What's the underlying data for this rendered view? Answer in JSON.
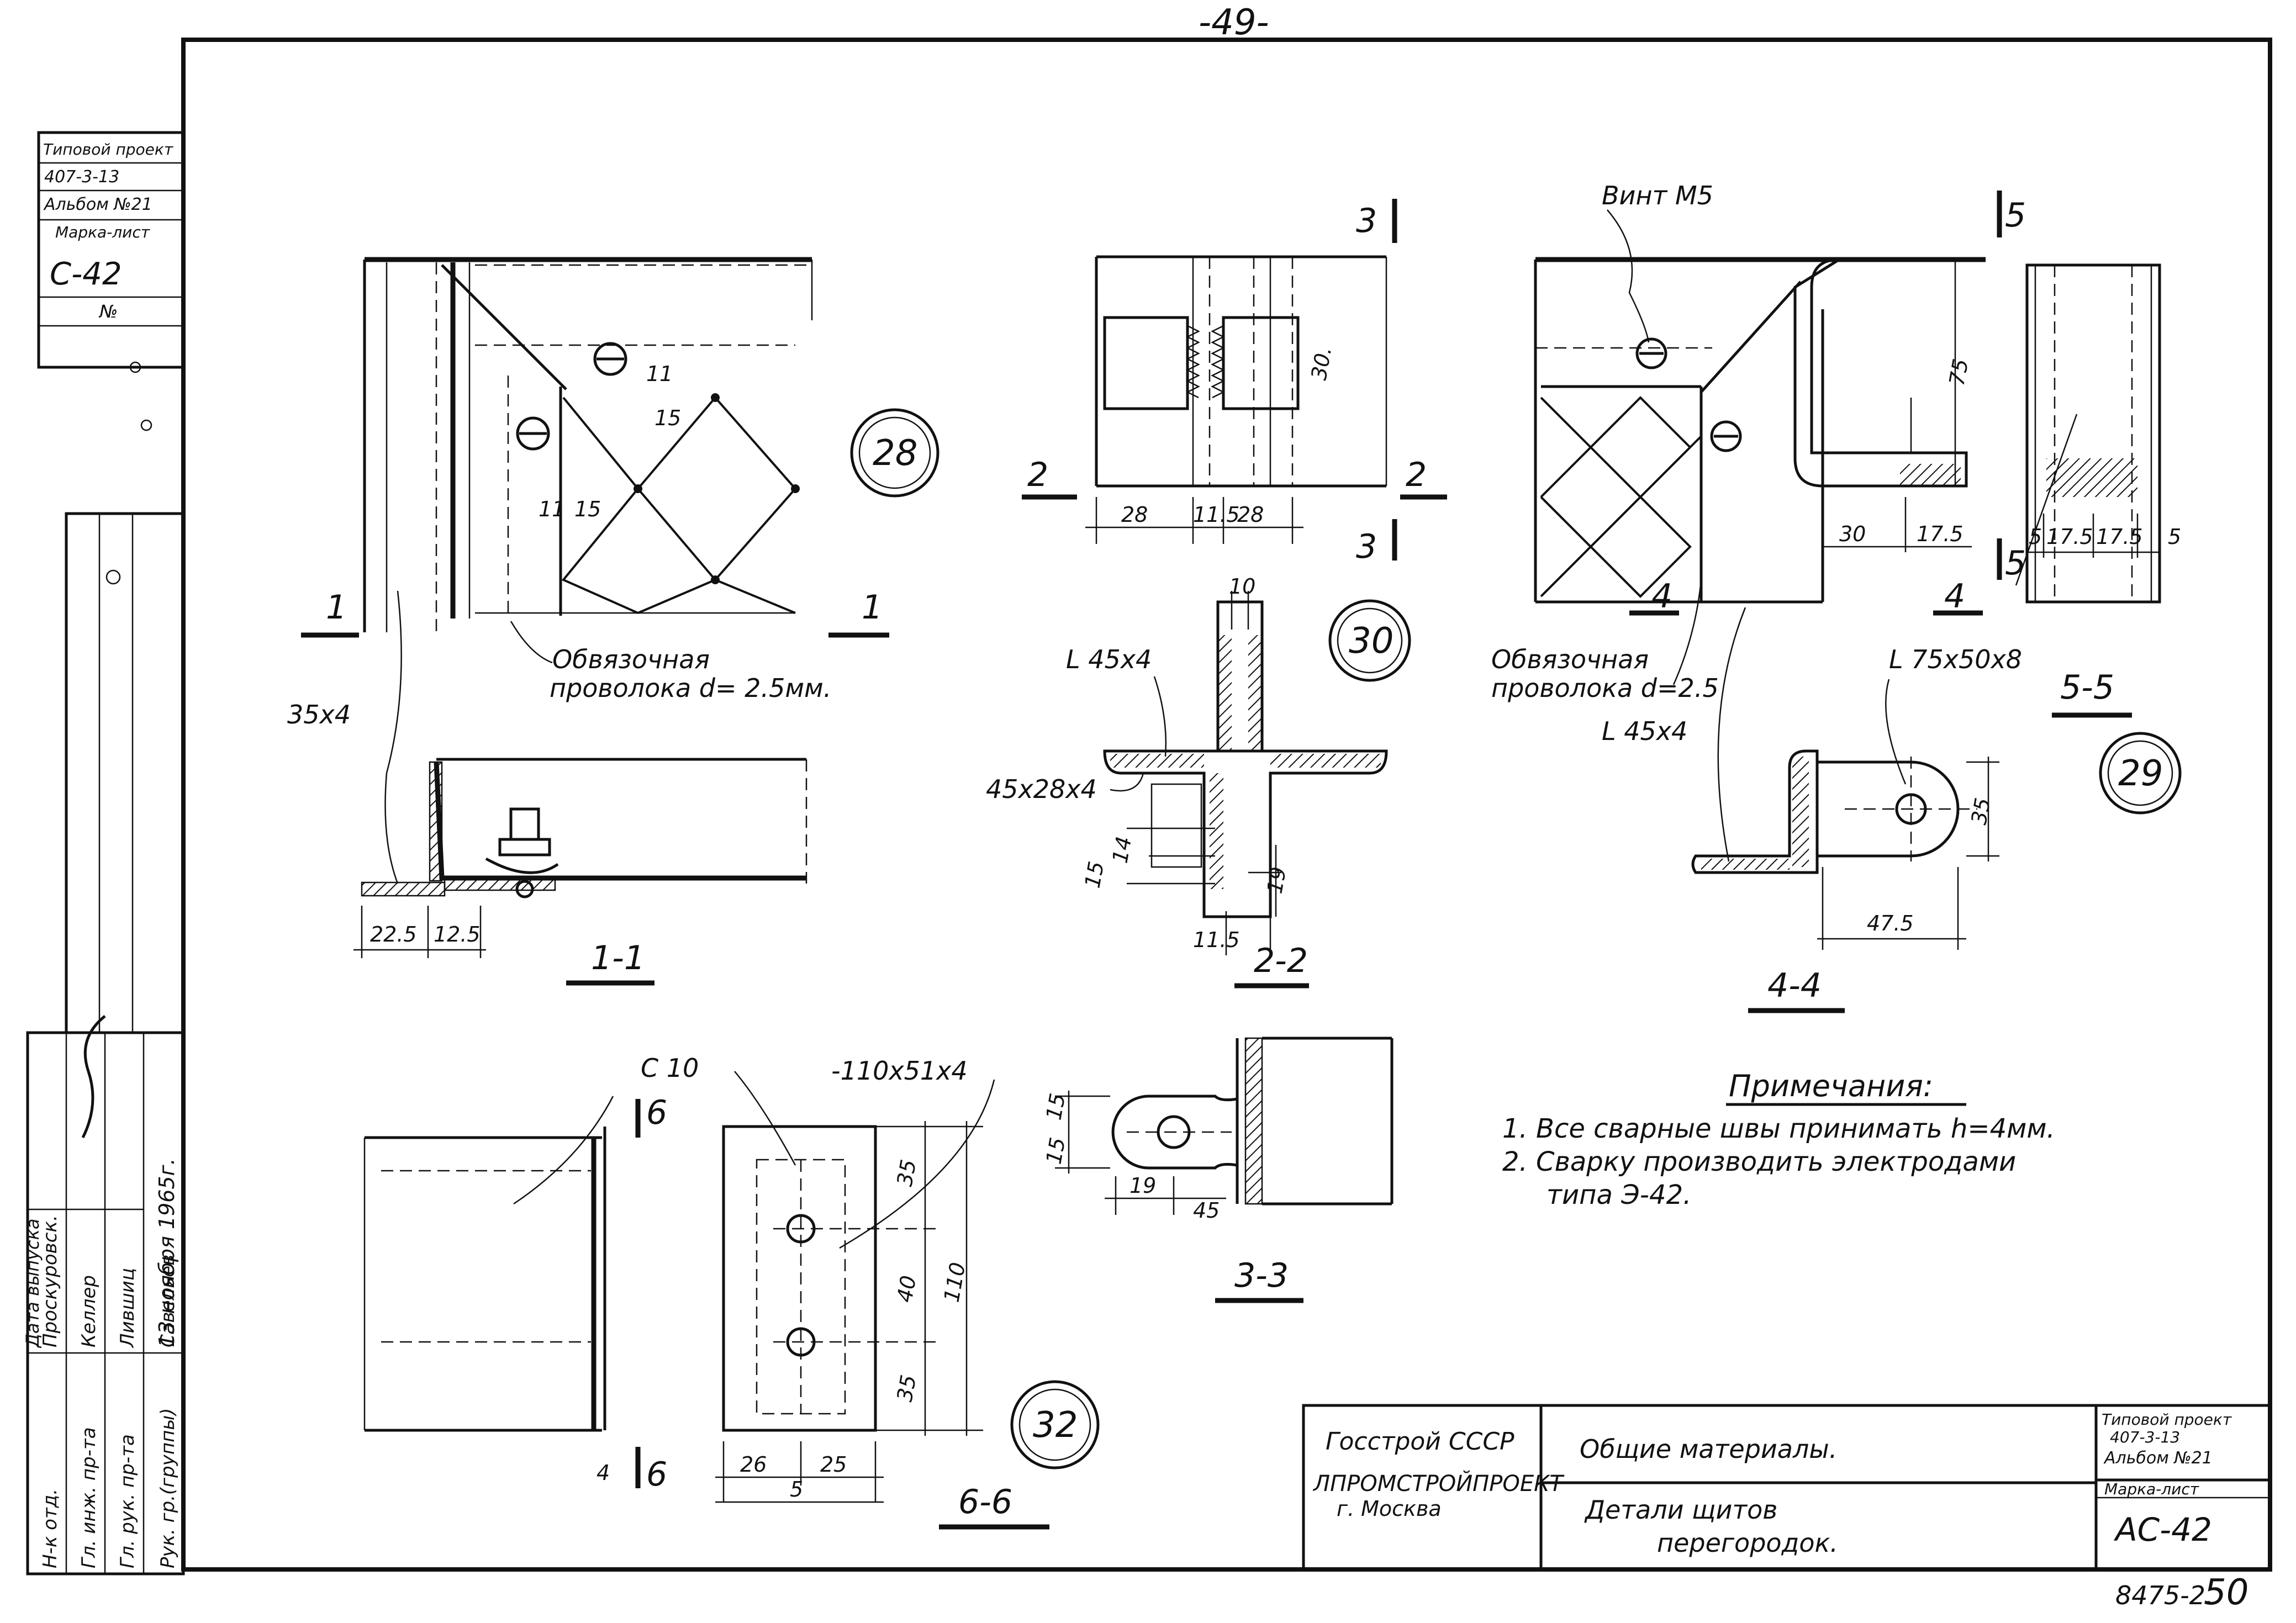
{
  "page_number_top": "-49-",
  "page_number_bottom": "50",
  "archive_number": "8475-2.",
  "side_stamp": {
    "project_type": "Типовой проект",
    "project_code": "407-3-13",
    "album": "Альбом №21",
    "mark_sheet_label": "Марка-лист",
    "mark_sheet": "С-42",
    "number_label": "№",
    "roles": [
      {
        "role": "Н-к отд.",
        "name": "Проскуровск."
      },
      {
        "role": "Гл. инж. пр-та",
        "name": "Келлер"
      },
      {
        "role": "Гл. рук. пр-та",
        "name": "Лившиц"
      },
      {
        "role": "Рук. гр.(группы)",
        "name": "Савельев"
      }
    ],
    "date_label": "Дата выпуска",
    "date_value": "13 ноября 1965г."
  },
  "views": {
    "v28": {
      "bubble": "28",
      "section_marks": [
        "1",
        "1"
      ],
      "wire_note_1": "Обвязочная",
      "wire_note_2": "проволока d= 2.5мм.",
      "angle": "35х4",
      "dims": [
        "11",
        "15",
        "11",
        "15"
      ]
    },
    "v11": {
      "title": "1-1",
      "dims": [
        "22.5",
        "12.5"
      ]
    },
    "v30": {
      "bubble": "30",
      "marks": [
        "3",
        "3",
        "2",
        "2"
      ],
      "dims": [
        "28",
        "11.5",
        "28",
        "30."
      ]
    },
    "v22": {
      "title": "2-2",
      "angle1": "L 45х4",
      "plate": "45х28х4",
      "dims": [
        "10",
        "15",
        "14",
        "19",
        "11.5"
      ]
    },
    "v29": {
      "bubble": "29",
      "screw": "Винт М5",
      "marks": [
        "5",
        "5",
        "4",
        "4"
      ],
      "wire_note_1": "Обвязочная",
      "wire_note_2": "проволока d=2.5",
      "angle1": "L 45х4",
      "angle2": "L 75х50х8",
      "dims": [
        "75",
        "30",
        "17.5",
        "5",
        "17.5",
        "17.5",
        "5"
      ]
    },
    "v55": {
      "title": "5-5"
    },
    "v44": {
      "title": "4-4",
      "dims": [
        "35",
        "47.5"
      ]
    },
    "v33": {
      "title": "3-3",
      "dims": [
        "15",
        "15",
        "19",
        "45"
      ]
    },
    "v32": {
      "bubble": "32",
      "channel": "С 10",
      "plate": "-110х51х4",
      "marks": [
        "6",
        "6"
      ],
      "dims": [
        "35",
        "40",
        "35",
        "110",
        "26",
        "25",
        "5",
        "4"
      ]
    },
    "v66": {
      "title": "6-6"
    }
  },
  "notes": {
    "title": "Примечания:",
    "items": [
      "1. Все сварные швы принимать h=4мм.",
      "2. Сварку производить электродами",
      "типа Э-42."
    ]
  },
  "title_block": {
    "org_1": "Госстрой СССР",
    "org_2": "ЛПРОМСТРОЙПРОЕКТ",
    "org_3": "г. Москва",
    "section": "Общие материалы.",
    "title_1": "Детали щитов",
    "title_2": "перегородок.",
    "project_type": "Типовой проект",
    "project_code": "407-3-13",
    "album": "Альбом №21",
    "mark_sheet_label": "Марка-лист",
    "mark_sheet": "АС-42"
  }
}
